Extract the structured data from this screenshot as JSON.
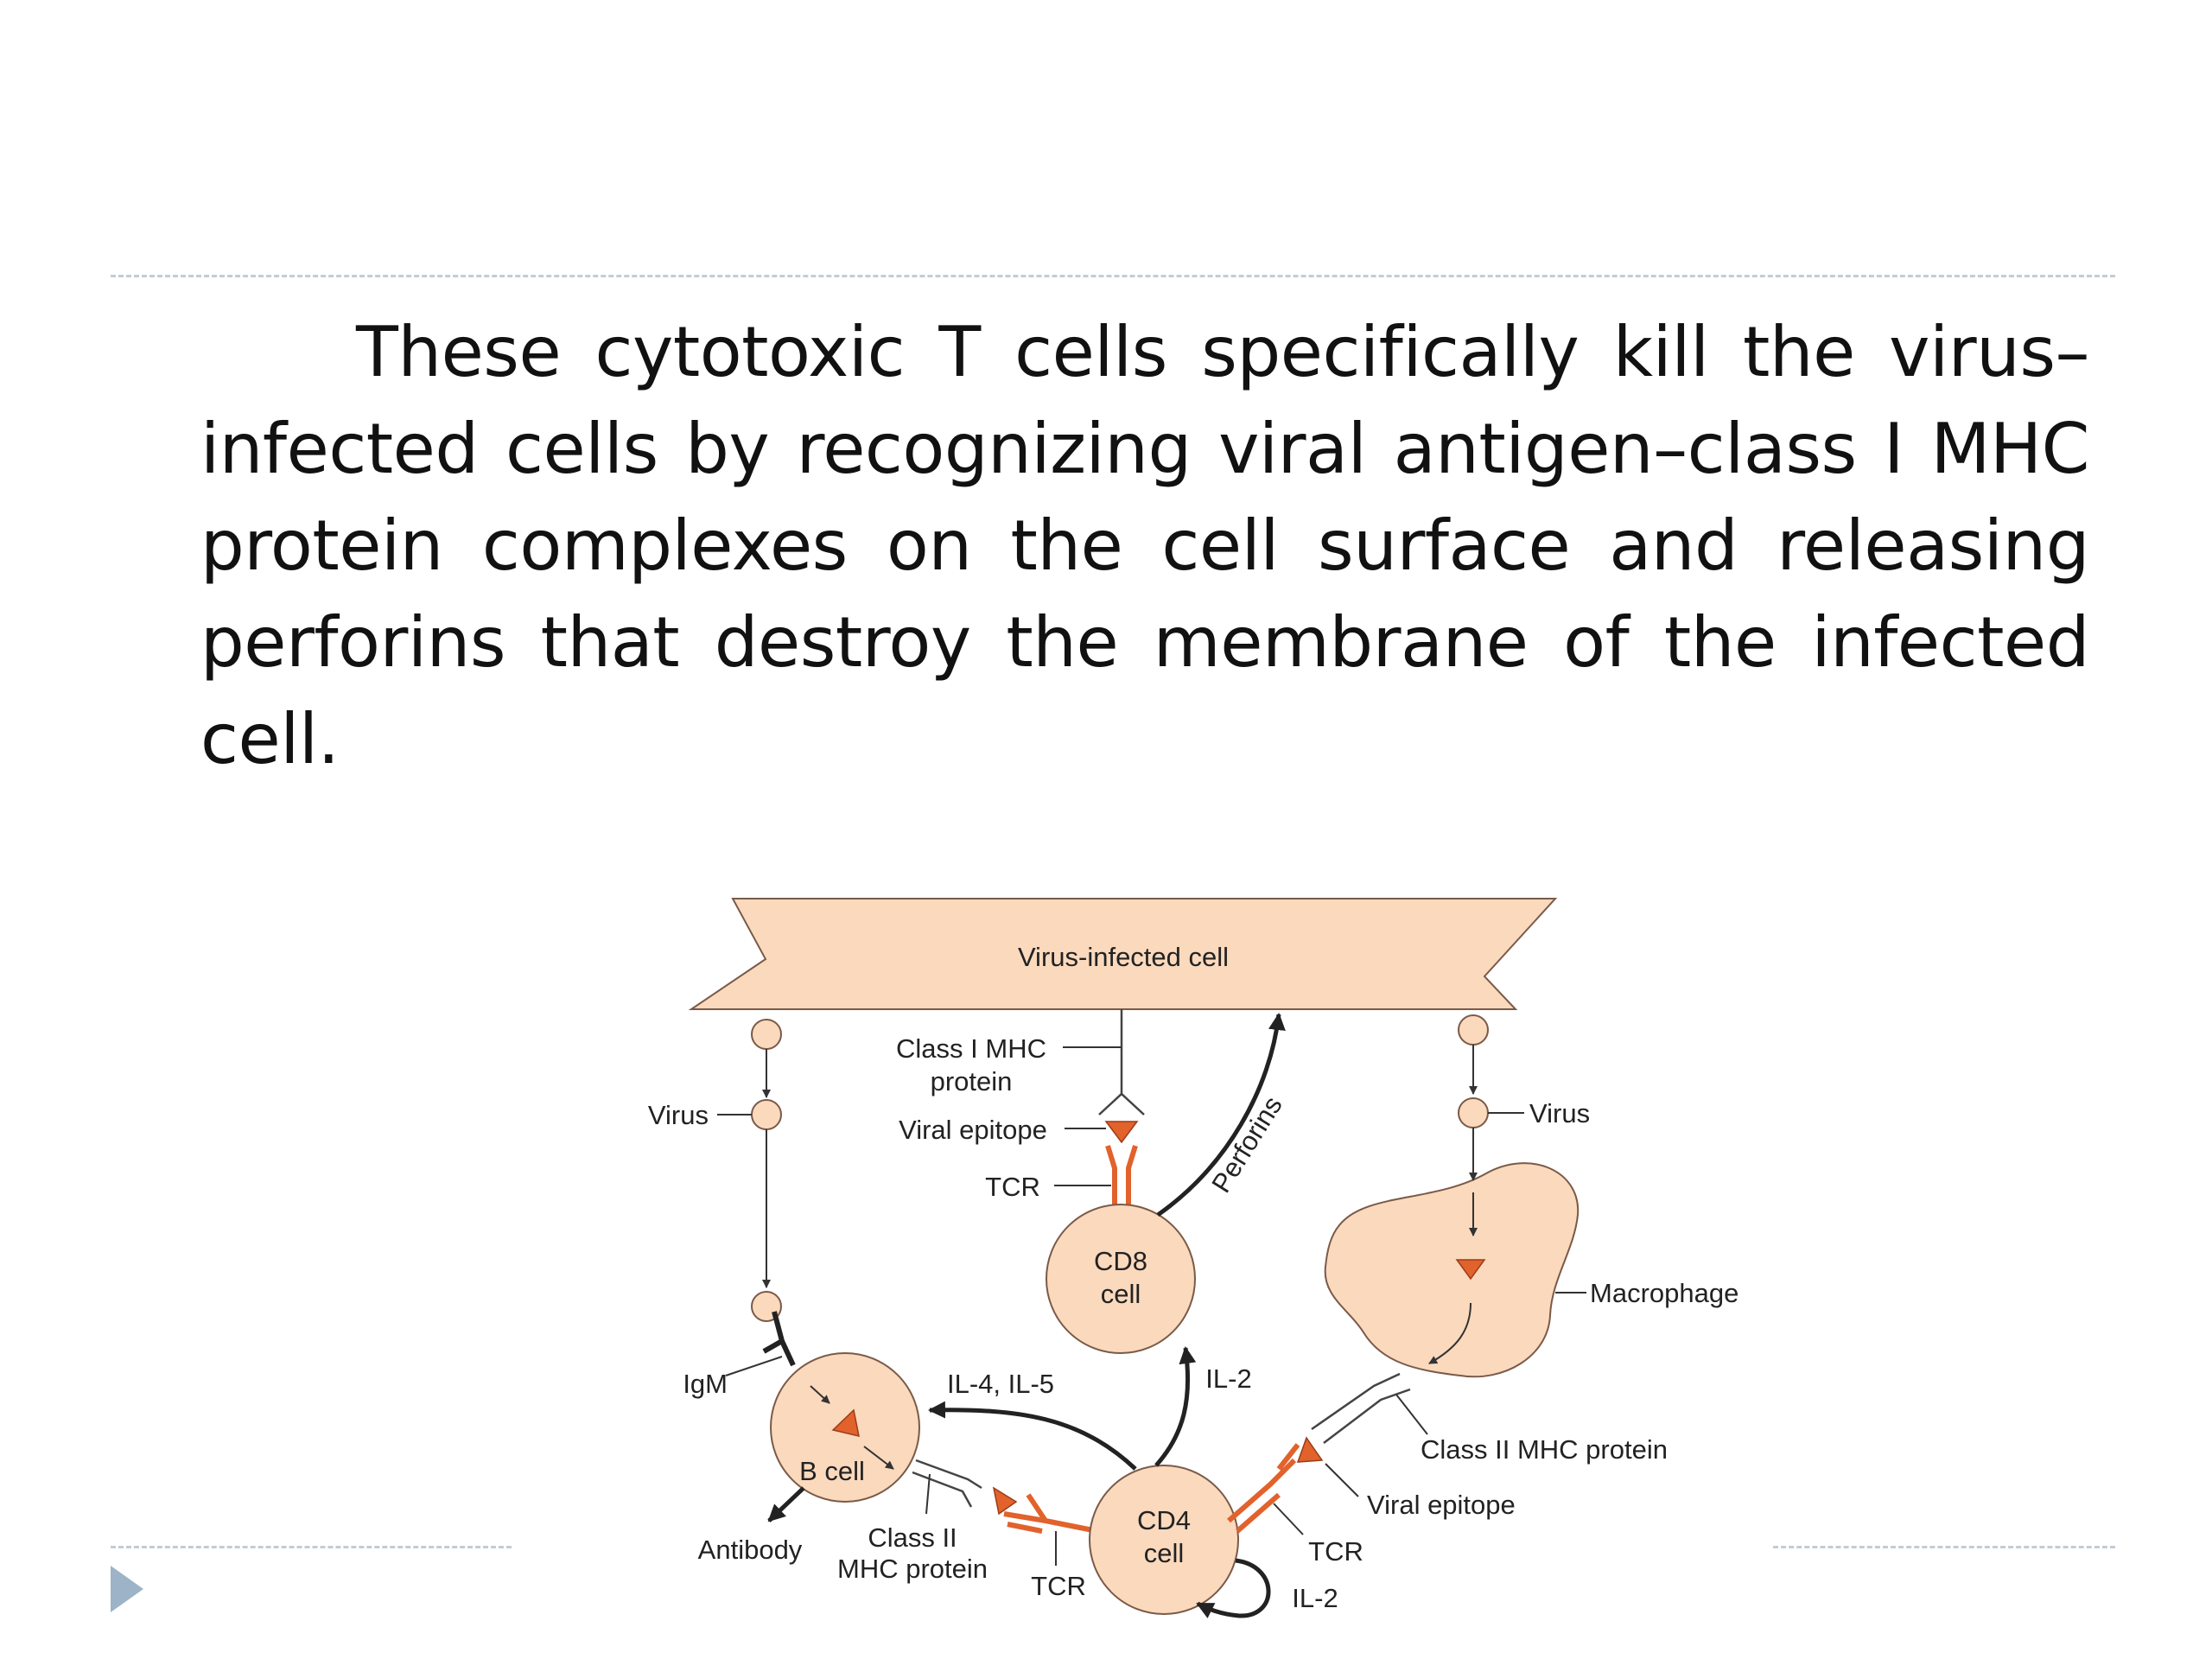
{
  "slide": {
    "body_text": "These cytotoxic T cells specifically kill the virus–infected cells by recognizing viral antigen–class I MHC protein complexes on the cell surface and releasing perforins that destroy the membrane of the infected cell."
  },
  "diagram": {
    "labels": {
      "infected_cell": "Virus-infected cell",
      "class1_mhc_line1": "Class I MHC",
      "class1_mhc_line2": "protein",
      "viral_epitope_top": "Viral epitope",
      "tcr_top": "TCR",
      "perforins": "Perforins",
      "virus_left": "Virus",
      "virus_right": "Virus",
      "cd8_line1": "CD8",
      "cd8_line2": "cell",
      "macrophage": "Macrophage",
      "igm": "IgM",
      "il4_il5": "IL-4, IL-5",
      "il2_top": "IL-2",
      "b_cell": "B cell",
      "class2_mhc_right": "Class II MHC protein",
      "viral_epitope_right": "Viral epitope",
      "antibody": "Antibody",
      "class2_left_line1": "Class II",
      "class2_left_line2": "MHC protein",
      "cd4_line1": "CD4",
      "cd4_line2": "cell",
      "tcr_bottom": "TCR",
      "tcr_right": "TCR",
      "il2_bottom": "IL-2"
    },
    "colors": {
      "cell_fill": "#fad9bd",
      "cell_stroke": "#7a5a48",
      "accent": "#e2622c",
      "line": "#333333"
    }
  }
}
